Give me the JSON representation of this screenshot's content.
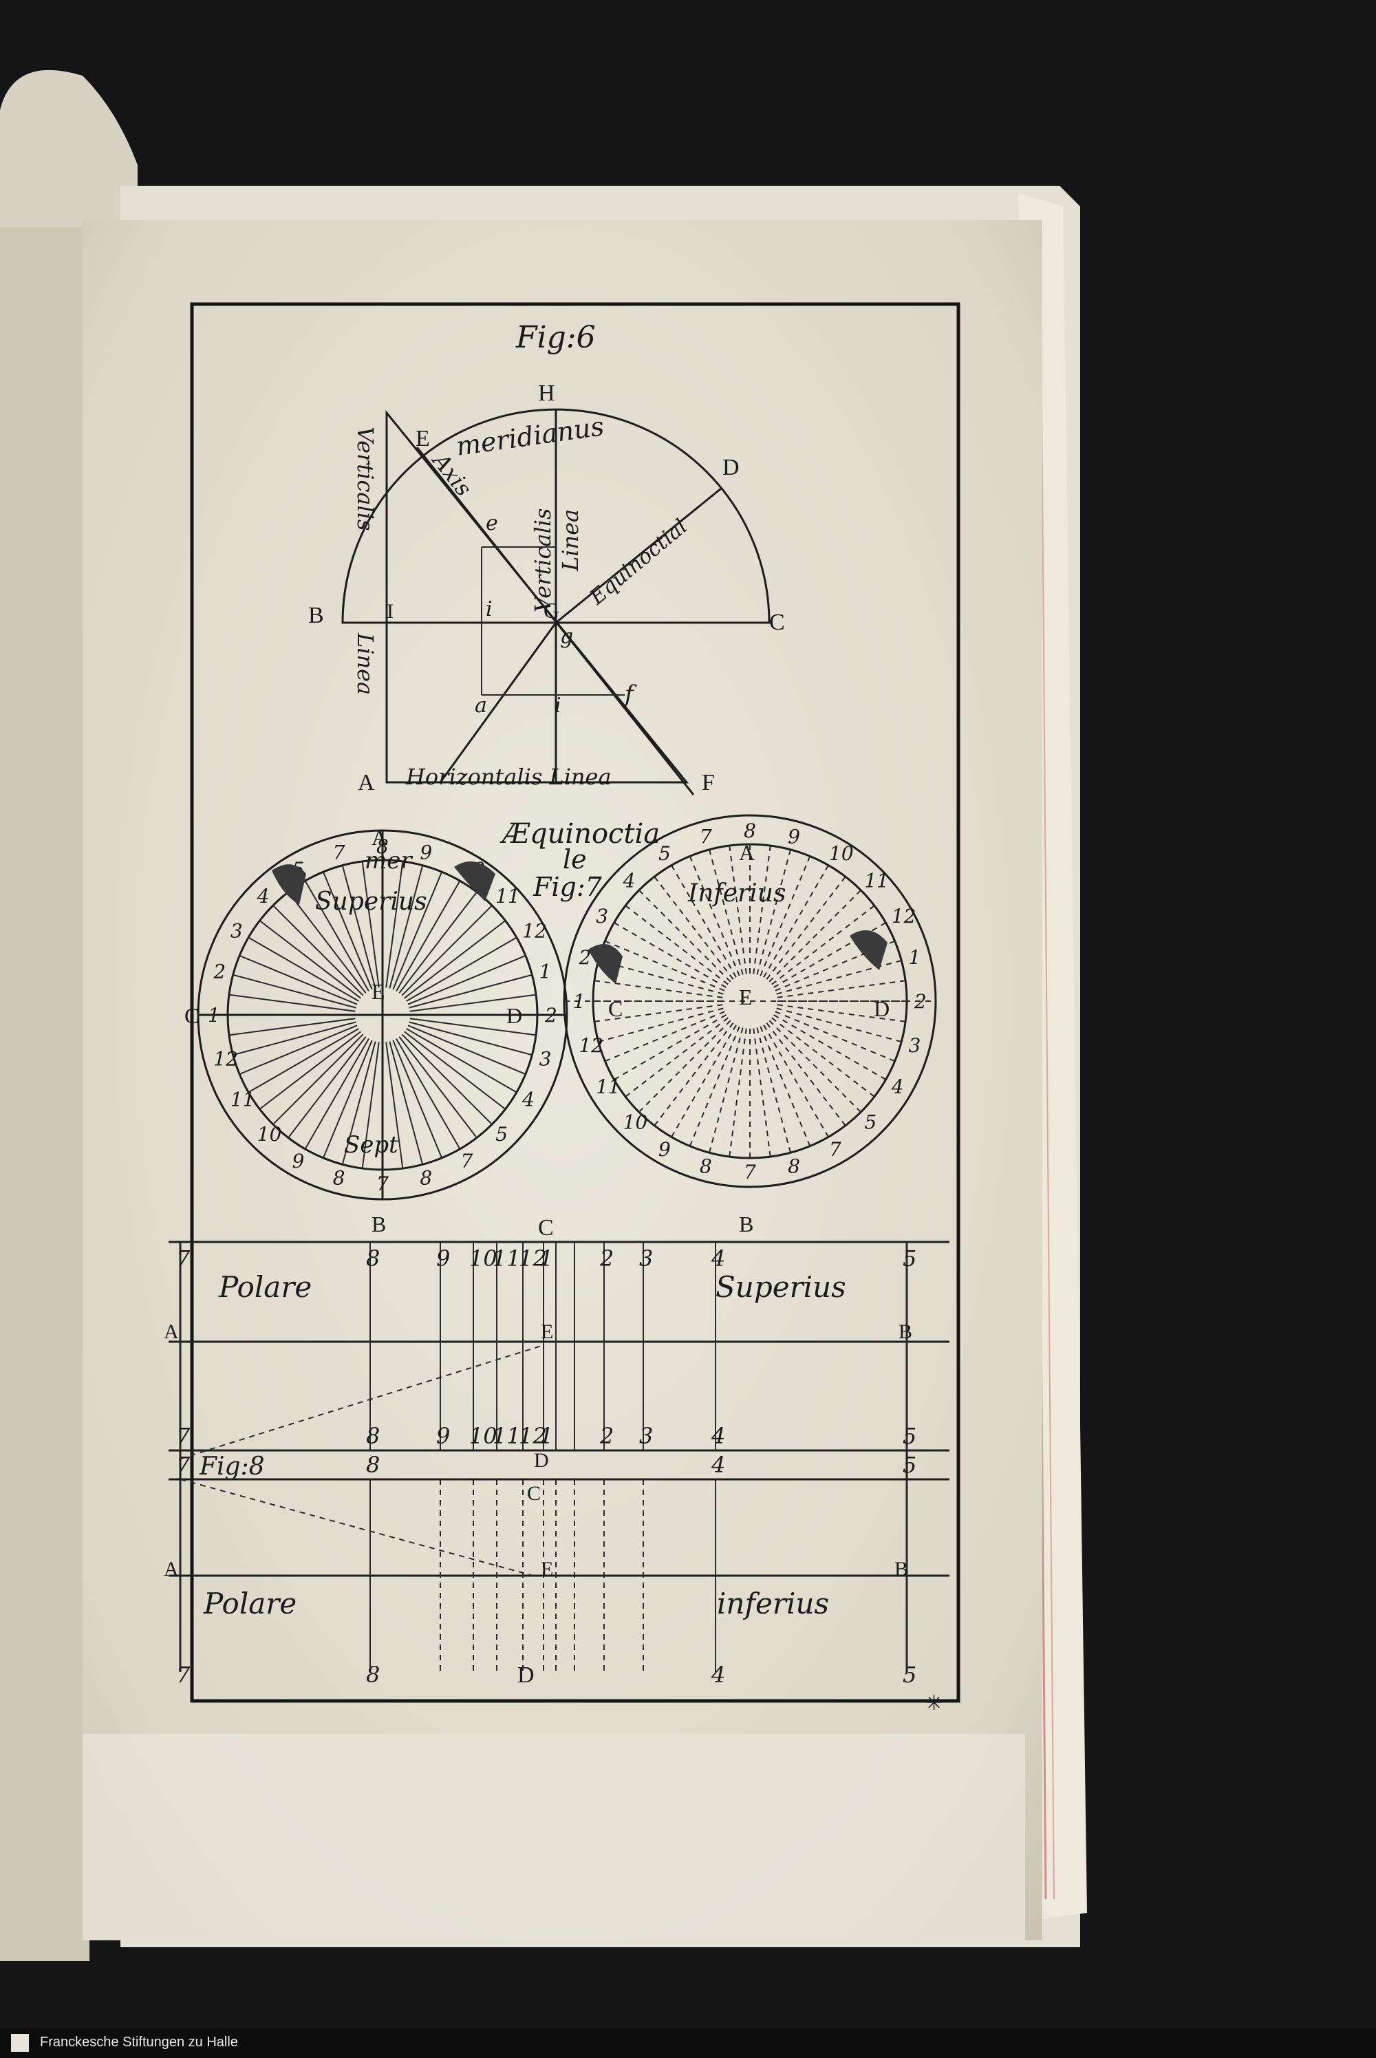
{
  "figure6": {
    "title": "Fig:6",
    "points": {
      "H": "H",
      "E": "E",
      "D": "D",
      "B": "B",
      "I": "I",
      "G": "G",
      "C": "C",
      "A": "A",
      "F": "F",
      "e": "e",
      "i": "i",
      "g": "g",
      "a": "a",
      "f": "f"
    },
    "words": {
      "meridianus": "meridianus",
      "verticalis_left": "Verticalis",
      "linea_left": "Linea",
      "axis": "Axis",
      "verticalis": "Verticalis",
      "linea": "Linea",
      "equinoctial": "Equinoctial",
      "horizontalis": "Horizontalis Linea"
    }
  },
  "figure7": {
    "title": "Fig:7",
    "heading_line1": "Æquinoctia",
    "heading_line2": "le",
    "left": {
      "A": "A",
      "mer": "mer",
      "superius": "Superius",
      "sept": "Sept",
      "C": "C",
      "D": "D",
      "E": "E",
      "B": "B"
    },
    "right": {
      "A": "A",
      "inferius": "Inferius",
      "C": "C",
      "D": "D",
      "E": "E",
      "B": "B"
    }
  },
  "figure8": {
    "title": "Fig:8",
    "polare_top": "Polare",
    "superius": "Superius",
    "polare_bottom": "Polare",
    "inferius": "inferius",
    "letters": {
      "C": "C",
      "A": "A",
      "E": "E",
      "B": "B",
      "D": "D"
    },
    "hour_numerals": [
      "7",
      "8",
      "9",
      "10",
      "11",
      "12",
      "1",
      "2",
      "3",
      "4",
      "5"
    ]
  },
  "footer": {
    "text": "Franckesche Stiftungen zu Halle"
  }
}
